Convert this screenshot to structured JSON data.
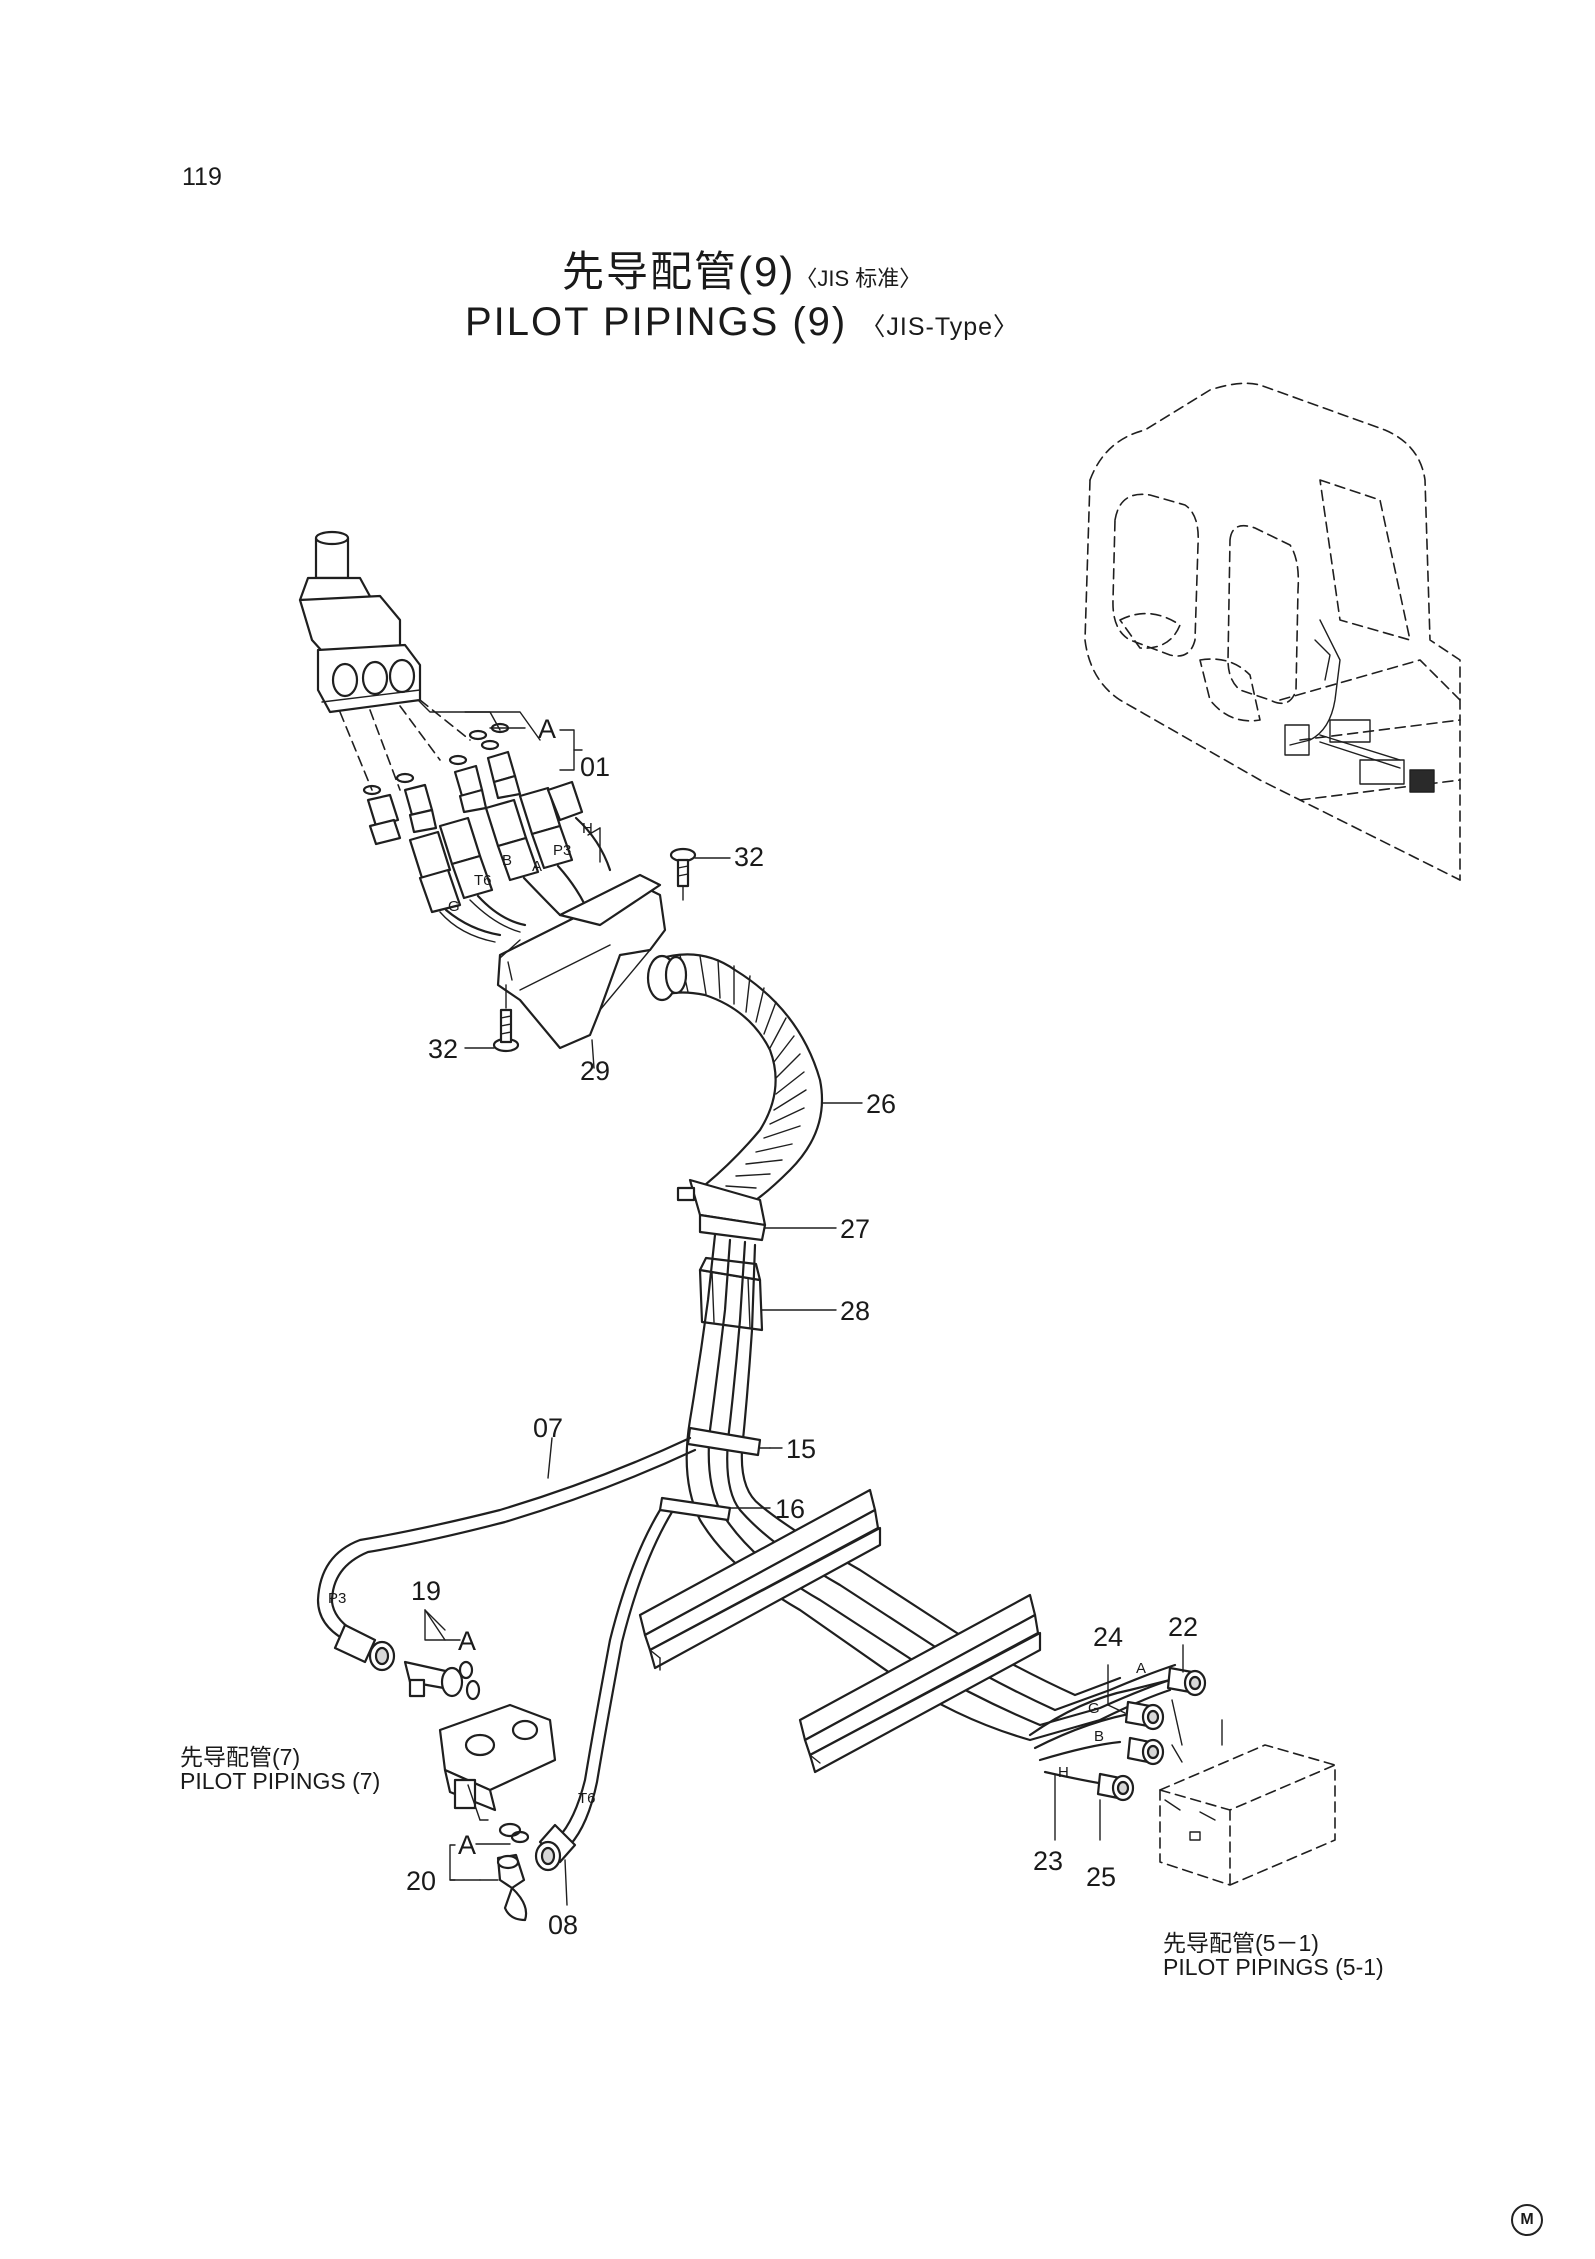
{
  "page_number": "119",
  "title": {
    "jp_main": "先导配管(9)",
    "jp_sub": "〈JIS 标准〉",
    "en_main": "PILOT PIPINGS (9)",
    "en_sub": "〈JIS-Type〉"
  },
  "callouts": {
    "c01": "01",
    "c32a": "32",
    "c32b": "32",
    "c29": "29",
    "c26": "26",
    "c27": "27",
    "c28": "28",
    "c07": "07",
    "c15": "15",
    "c16": "16",
    "c19": "19",
    "c24": "24",
    "c22": "22",
    "c23": "23",
    "c25": "25",
    "c20": "20",
    "c08": "08",
    "detail_a_top": "A",
    "detail_a_19": "A",
    "detail_a_20": "A"
  },
  "port_labels": {
    "h_top": "H",
    "p3_top": "P3",
    "a_top": "A",
    "b_top": "B",
    "t6_top": "T6",
    "g_top": "G",
    "p3_left": "P3",
    "t6_bottom": "T6",
    "a_right": "A",
    "g_right": "G",
    "b_right": "B",
    "h_right": "H"
  },
  "references": {
    "left_jp": "先导配管(7)",
    "left_en": "PILOT PIPINGS (7)",
    "right_jp": "先导配管(5－1)",
    "right_en": "PILOT PIPINGS (5-1)"
  },
  "corner_mark": "M"
}
